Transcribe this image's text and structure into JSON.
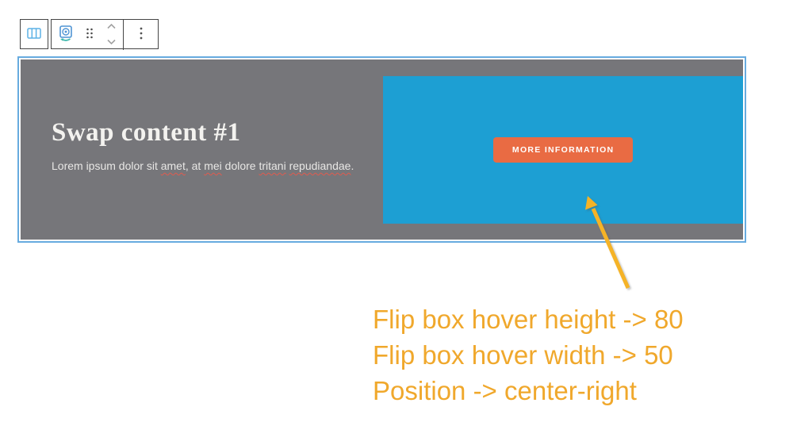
{
  "toolbar": {
    "buttons": [
      {
        "name": "columns-parent-button",
        "icon": "columns-icon"
      },
      {
        "name": "flip-box-block-button",
        "icon": "flip-box-icon"
      },
      {
        "name": "drag-button",
        "icon": "drag-handle-icon"
      },
      {
        "name": "move-up-button",
        "icon": "chevron-up-icon"
      },
      {
        "name": "move-down-button",
        "icon": "chevron-down-icon"
      },
      {
        "name": "options-button",
        "icon": "kebab-menu-icon"
      }
    ]
  },
  "flip_box": {
    "front": {
      "heading": "Swap content #1",
      "body_parts": [
        {
          "text": "Lorem ipsum dolor sit "
        },
        {
          "text": "amet"
        },
        {
          "text": ", at "
        },
        {
          "text": "mei"
        },
        {
          "text": " dolore "
        },
        {
          "text": "tritani"
        },
        {
          "text": " "
        },
        {
          "text": "repudiandae"
        },
        {
          "text": "."
        }
      ]
    },
    "hover": {
      "button_label": "MORE INFORMATION"
    }
  },
  "annotation": {
    "lines": [
      "Flip box hover height -> 80",
      "Flip box hover width -> 50",
      "Position -> center-right"
    ]
  },
  "colors": {
    "selection_border": "#67abdf",
    "front_background": "#76767a",
    "hover_background": "#1d9fd3",
    "button_background": "#e96b43",
    "button_text": "#ffffff",
    "heading_text": "#f3f2ef",
    "annotation_text": "#f0a82c",
    "arrow": "#f5b327",
    "spellcheck_underline": "#e05b4f",
    "toolbar_icon_blue": "#5db2e6",
    "flip_icon_blue": "#4f94d4",
    "flip_icon_teal": "#3fb8ac"
  }
}
